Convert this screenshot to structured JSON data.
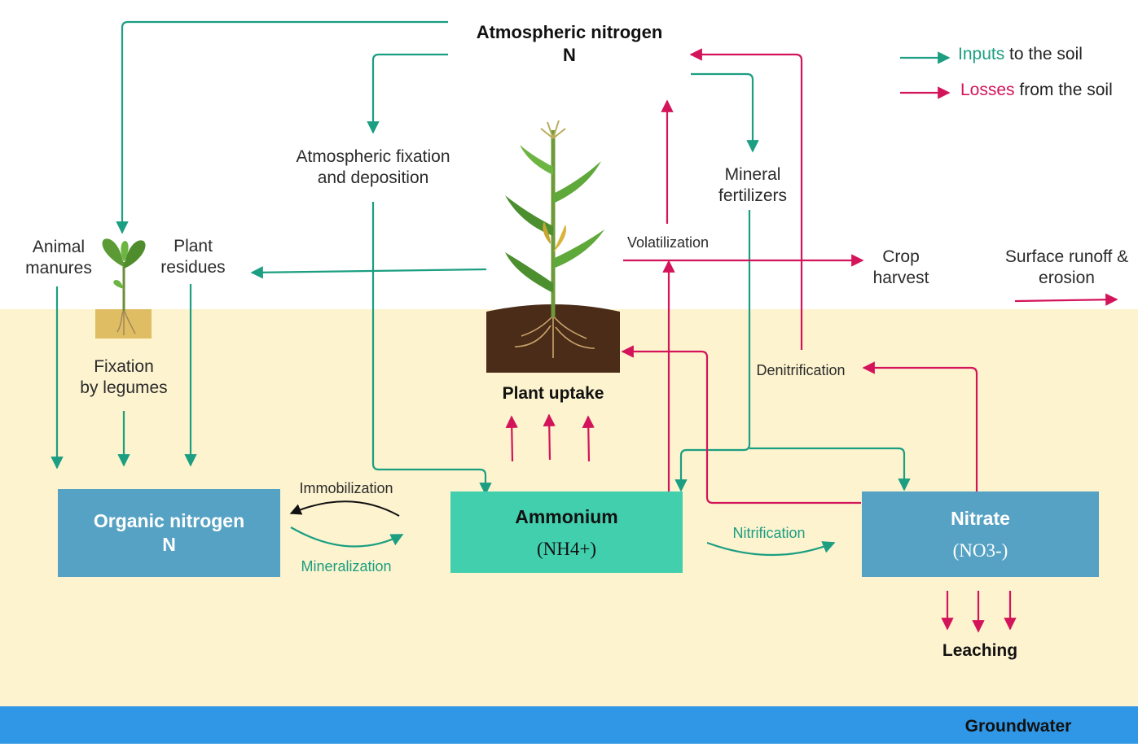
{
  "colors": {
    "input": "#1b9e81",
    "loss": "#d4145a",
    "organic_box": "#56a2c4",
    "ammonium_box": "#42cfae",
    "nitrate_box": "#56a2c4",
    "soil": "#fdf3cf",
    "groundwater": "#2f97e6"
  },
  "legend": {
    "inputs_word": "Inputs",
    "inputs_rest": " to the soil",
    "losses_word": "Losses",
    "losses_rest": " from the soil"
  },
  "labels": {
    "atmospheric_nitrogen": "Atmospheric nitrogen",
    "atmospheric_nitrogen_symbol": "N",
    "atmospheric_fixation_line1": "Atmospheric fixation",
    "atmospheric_fixation_line2": "and deposition",
    "mineral_fertilizers_line1": "Mineral",
    "mineral_fertilizers_line2": "fertilizers",
    "volatilization": "Volatilization",
    "crop_harvest_line1": "Crop",
    "crop_harvest_line2": "harvest",
    "surface_runoff_line1": "Surface runoff &",
    "surface_runoff_line2": "erosion",
    "animal_manures_line1": "Animal",
    "animal_manures_line2": "manures",
    "plant_residues_line1": "Plant",
    "plant_residues_line2": "residues",
    "fixation_legumes_line1": "Fixation",
    "fixation_legumes_line2": "by legumes",
    "plant_uptake": "Plant uptake",
    "denitrification": "Denitrification",
    "immobilization": "Immobilization",
    "mineralization": "Mineralization",
    "nitrification": "Nitrification",
    "leaching": "Leaching",
    "groundwater": "Groundwater"
  },
  "boxes": {
    "organic_title": "Organic nitrogen",
    "organic_symbol": "N",
    "ammonium_title": "Ammonium",
    "ammonium_formula": "(NH4+)",
    "nitrate_title": "Nitrate",
    "nitrate_formula": "(NO3-)"
  },
  "icons": {
    "legume": "legume-seedling-icon",
    "corn": "corn-plant-icon"
  }
}
